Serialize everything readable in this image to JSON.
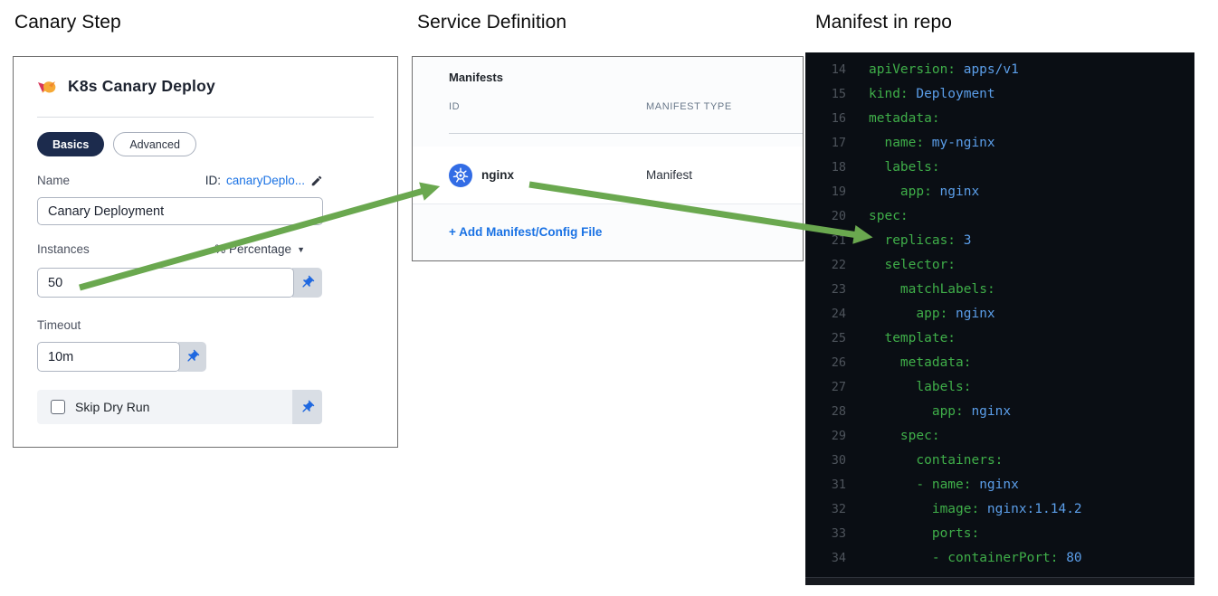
{
  "panels": {
    "canary_step": {
      "heading": "Canary Step",
      "card_title": "K8s Canary Deploy",
      "tabs": [
        {
          "label": "Basics",
          "active": true
        },
        {
          "label": "Advanced",
          "active": false
        }
      ],
      "name_label": "Name",
      "id_prefix": "ID:",
      "id_value": "canaryDeplo...",
      "name_value": "Canary Deployment",
      "instances_label": "Instances",
      "instances_unit": "% Percentage",
      "instances_value": "50",
      "timeout_label": "Timeout",
      "timeout_value": "10m",
      "skip_dry_run_label": "Skip Dry Run",
      "skip_dry_run_checked": false
    },
    "service_definition": {
      "heading": "Service Definition",
      "card_title": "Manifests",
      "columns": {
        "id": "ID",
        "type": "MANIFEST TYPE"
      },
      "rows": [
        {
          "id": "nginx",
          "type": "Manifest",
          "icon": "kubernetes-icon"
        }
      ],
      "add_link": "+ Add Manifest/Config File"
    },
    "manifest_repo": {
      "heading": "Manifest in repo",
      "language": "yaml",
      "lines": [
        {
          "n": 14,
          "key": "apiVersion:",
          "value": "apps/v1"
        },
        {
          "n": 15,
          "key": "kind:",
          "value": "Deployment"
        },
        {
          "n": 16,
          "key": "metadata:",
          "value": ""
        },
        {
          "n": 17,
          "key": "  name:",
          "value": "my-nginx"
        },
        {
          "n": 18,
          "key": "  labels:",
          "value": ""
        },
        {
          "n": 19,
          "key": "    app:",
          "value": "nginx"
        },
        {
          "n": 20,
          "key": "spec:",
          "value": ""
        },
        {
          "n": 21,
          "key": "  replicas:",
          "value": "3"
        },
        {
          "n": 22,
          "key": "  selector:",
          "value": ""
        },
        {
          "n": 23,
          "key": "    matchLabels:",
          "value": ""
        },
        {
          "n": 24,
          "key": "      app:",
          "value": "nginx"
        },
        {
          "n": 25,
          "key": "  template:",
          "value": ""
        },
        {
          "n": 26,
          "key": "    metadata:",
          "value": ""
        },
        {
          "n": 27,
          "key": "      labels:",
          "value": ""
        },
        {
          "n": 28,
          "key": "        app:",
          "value": "nginx"
        },
        {
          "n": 29,
          "key": "    spec:",
          "value": ""
        },
        {
          "n": 30,
          "key": "      containers:",
          "value": ""
        },
        {
          "n": 31,
          "key": "      - name:",
          "value": "nginx"
        },
        {
          "n": 32,
          "key": "        image:",
          "value": "nginx:1.14.2"
        },
        {
          "n": 33,
          "key": "        ports:",
          "value": ""
        },
        {
          "n": 34,
          "key": "        - containerPort:",
          "value": "80"
        }
      ]
    }
  },
  "colors": {
    "arrow_green": "#6aa84f",
    "code_key_green": "#3fae49",
    "code_value_blue": "#5b9ee9",
    "editor_bg": "#0a0e14",
    "kubernetes_blue": "#326ce5",
    "active_tab_navy": "#1c2b4d",
    "link_blue": "#1a72e4",
    "pin_blue": "#1f68e0"
  }
}
